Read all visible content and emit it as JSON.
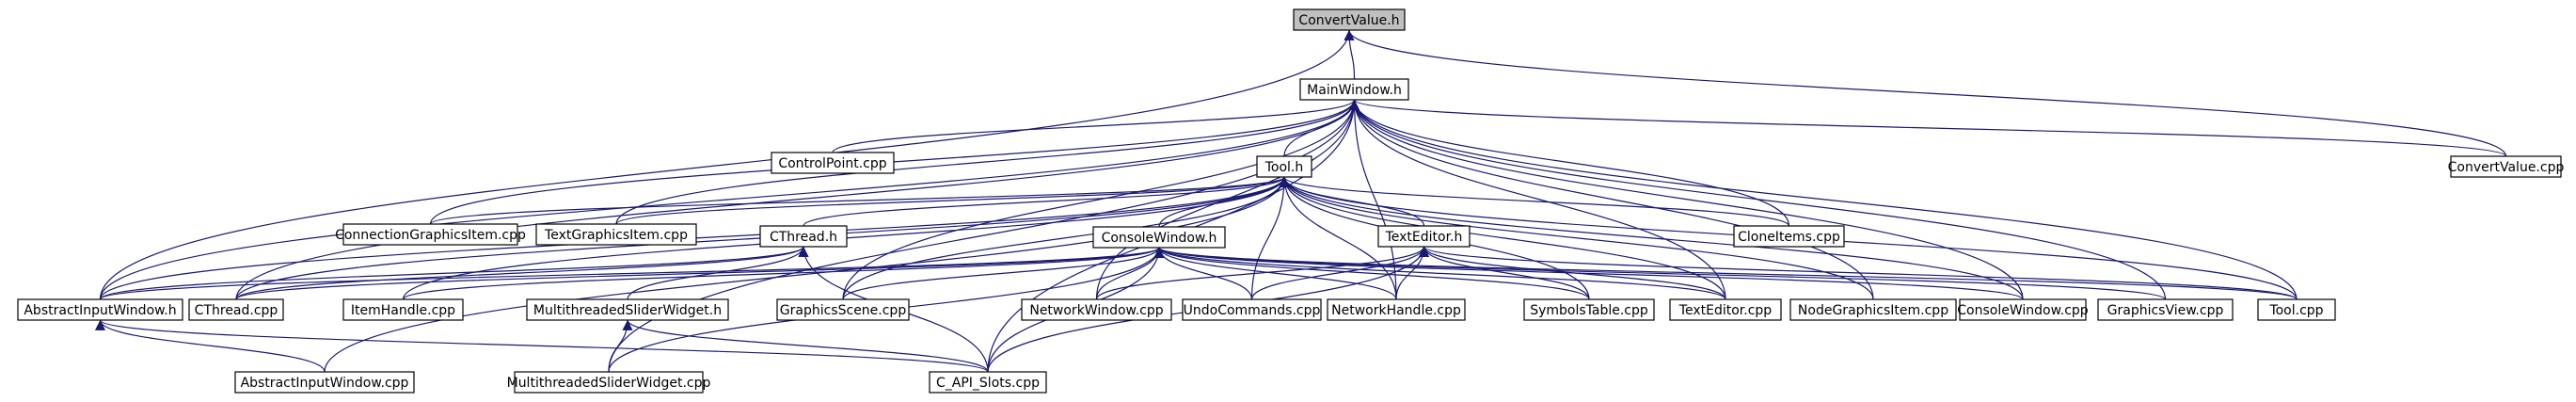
{
  "graph": {
    "root": "ConvertValue.h",
    "nodes": [
      "ConvertValue.h",
      "MainWindow.h",
      "ConvertValue.cpp",
      "ControlPoint.cpp",
      "Tool.h",
      "ConnectionGraphicsItem.cpp",
      "TextGraphicsItem.cpp",
      "CThread.h",
      "TextEditor.h",
      "CloneItems.cpp",
      "ConsoleWindow.h",
      "AbstractInputWindow.h",
      "CThread.cpp",
      "ItemHandle.cpp",
      "MultithreadedSliderWidget.h",
      "GraphicsScene.cpp",
      "NetworkWindow.cpp",
      "UndoCommands.cpp",
      "NetworkHandle.cpp",
      "SymbolsTable.cpp",
      "TextEditor.cpp",
      "NodeGraphicsItem.cpp",
      "ConsoleWindow.cpp",
      "GraphicsView.cpp",
      "Tool.cpp",
      "AbstractInputWindow.cpp",
      "MultithreadedSliderWidget.cpp",
      "C_API_Slots.cpp"
    ],
    "edges": [
      [
        "MainWindow.h",
        "ConvertValue.h"
      ],
      [
        "ConvertValue.cpp",
        "ConvertValue.h"
      ],
      [
        "AbstractInputWindow.h",
        "ConvertValue.h"
      ],
      [
        "Tool.h",
        "MainWindow.h"
      ],
      [
        "ConvertValue.cpp",
        "MainWindow.h"
      ],
      [
        "ControlPoint.cpp",
        "MainWindow.h"
      ],
      [
        "ConnectionGraphicsItem.cpp",
        "MainWindow.h"
      ],
      [
        "TextGraphicsItem.cpp",
        "MainWindow.h"
      ],
      [
        "CloneItems.cpp",
        "MainWindow.h"
      ],
      [
        "AbstractInputWindow.h",
        "MainWindow.h"
      ],
      [
        "CThread.cpp",
        "MainWindow.h"
      ],
      [
        "GraphicsScene.cpp",
        "MainWindow.h"
      ],
      [
        "NetworkWindow.cpp",
        "MainWindow.h"
      ],
      [
        "NetworkHandle.cpp",
        "MainWindow.h"
      ],
      [
        "TextEditor.cpp",
        "MainWindow.h"
      ],
      [
        "NodeGraphicsItem.cpp",
        "MainWindow.h"
      ],
      [
        "ConsoleWindow.cpp",
        "MainWindow.h"
      ],
      [
        "GraphicsView.cpp",
        "MainWindow.h"
      ],
      [
        "Tool.cpp",
        "MainWindow.h"
      ],
      [
        "C_API_Slots.cpp",
        "MainWindow.h"
      ],
      [
        "MultithreadedSliderWidget.cpp",
        "MainWindow.h"
      ],
      [
        "ConsoleWindow.h",
        "Tool.h"
      ],
      [
        "TextEditor.h",
        "Tool.h"
      ],
      [
        "CThread.h",
        "Tool.h"
      ],
      [
        "ConnectionGraphicsItem.cpp",
        "Tool.h"
      ],
      [
        "TextGraphicsItem.cpp",
        "Tool.h"
      ],
      [
        "CloneItems.cpp",
        "Tool.h"
      ],
      [
        "AbstractInputWindow.h",
        "Tool.h"
      ],
      [
        "CThread.cpp",
        "Tool.h"
      ],
      [
        "ItemHandle.cpp",
        "Tool.h"
      ],
      [
        "GraphicsScene.cpp",
        "Tool.h"
      ],
      [
        "UndoCommands.cpp",
        "Tool.h"
      ],
      [
        "NetworkHandle.cpp",
        "Tool.h"
      ],
      [
        "SymbolsTable.cpp",
        "Tool.h"
      ],
      [
        "TextEditor.cpp",
        "Tool.h"
      ],
      [
        "NodeGraphicsItem.cpp",
        "Tool.h"
      ],
      [
        "Tool.cpp",
        "Tool.h"
      ],
      [
        "ConsoleWindow.cpp",
        "Tool.h"
      ],
      [
        "AbstractInputWindow.cpp",
        "Tool.h"
      ],
      [
        "AbstractInputWindow.h",
        "CThread.h"
      ],
      [
        "CThread.cpp",
        "CThread.h"
      ],
      [
        "MultithreadedSliderWidget.h",
        "CThread.h"
      ],
      [
        "C_API_Slots.cpp",
        "CThread.h"
      ],
      [
        "AbstractInputWindow.h",
        "ConsoleWindow.h"
      ],
      [
        "CThread.cpp",
        "ConsoleWindow.h"
      ],
      [
        "ItemHandle.cpp",
        "ConsoleWindow.h"
      ],
      [
        "GraphicsScene.cpp",
        "ConsoleWindow.h"
      ],
      [
        "NetworkWindow.cpp",
        "ConsoleWindow.h"
      ],
      [
        "UndoCommands.cpp",
        "ConsoleWindow.h"
      ],
      [
        "NetworkHandle.cpp",
        "ConsoleWindow.h"
      ],
      [
        "SymbolsTable.cpp",
        "ConsoleWindow.h"
      ],
      [
        "TextEditor.cpp",
        "ConsoleWindow.h"
      ],
      [
        "ConsoleWindow.cpp",
        "ConsoleWindow.h"
      ],
      [
        "GraphicsView.cpp",
        "ConsoleWindow.h"
      ],
      [
        "Tool.cpp",
        "ConsoleWindow.h"
      ],
      [
        "C_API_Slots.cpp",
        "ConsoleWindow.h"
      ],
      [
        "MultithreadedSliderWidget.cpp",
        "ConsoleWindow.h"
      ],
      [
        "NetworkWindow.cpp",
        "TextEditor.h"
      ],
      [
        "UndoCommands.cpp",
        "TextEditor.h"
      ],
      [
        "NetworkHandle.cpp",
        "TextEditor.h"
      ],
      [
        "SymbolsTable.cpp",
        "TextEditor.h"
      ],
      [
        "TextEditor.cpp",
        "TextEditor.h"
      ],
      [
        "Tool.cpp",
        "TextEditor.h"
      ],
      [
        "C_API_Slots.cpp",
        "TextEditor.h"
      ],
      [
        "AbstractInputWindow.cpp",
        "AbstractInputWindow.h"
      ],
      [
        "C_API_Slots.cpp",
        "AbstractInputWindow.h"
      ],
      [
        "MultithreadedSliderWidget.cpp",
        "MultithreadedSliderWidget.h"
      ],
      [
        "C_API_Slots.cpp",
        "MultithreadedSliderWidget.h"
      ]
    ]
  }
}
